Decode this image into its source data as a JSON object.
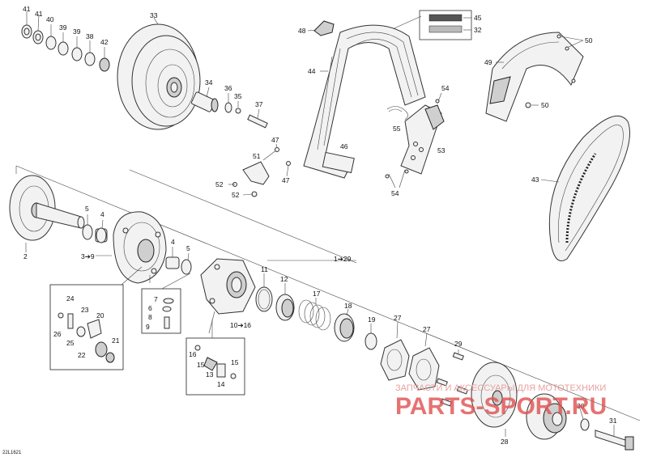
{
  "diagram": {
    "ref_code": "22L1621",
    "watermark": {
      "top_line": "ЗАПЧАСТИ И АКСЕССУАРЫ ДЛЯ МОТОТЕХНИКИ",
      "logo_text": "PARTS-SPORT.RU"
    },
    "callouts": {
      "c41": "41",
      "c40": "40",
      "c39": "39",
      "c38": "38",
      "c42": "42",
      "c33": "33",
      "c34": "34",
      "c36": "36",
      "c35": "35",
      "c37": "37",
      "c48": "48",
      "c45": "45",
      "c32": "32",
      "c44": "44",
      "c47a": "47",
      "c47b": "47",
      "c51": "51",
      "c46": "46",
      "c52a": "52",
      "c52b": "52",
      "c55": "55",
      "c54a": "54",
      "c54b": "54",
      "c53": "53",
      "c50a": "50",
      "c50b": "50",
      "c49": "49",
      "c43": "43",
      "c2": "2",
      "c5a": "5",
      "c4a": "4",
      "c3_9": "3➔9",
      "c4b": "4",
      "c5b": "5",
      "c1_29": "1➔29",
      "c11": "11",
      "c12": "12",
      "c17": "17",
      "c18": "18",
      "c19": "19",
      "c27a": "27",
      "c27b": "27",
      "c29": "29",
      "c7": "7",
      "c6": "6",
      "c8": "8",
      "c9": "9",
      "c10_16": "10➔16",
      "c24": "24",
      "c23": "23",
      "c20": "20",
      "c26": "26",
      "c25": "25",
      "c21": "21",
      "c22": "22",
      "c16": "16",
      "c15a": "15",
      "c15b": "15",
      "c13": "13",
      "c14": "14",
      "c28": "28",
      "c30": "30",
      "c31": "31"
    }
  }
}
